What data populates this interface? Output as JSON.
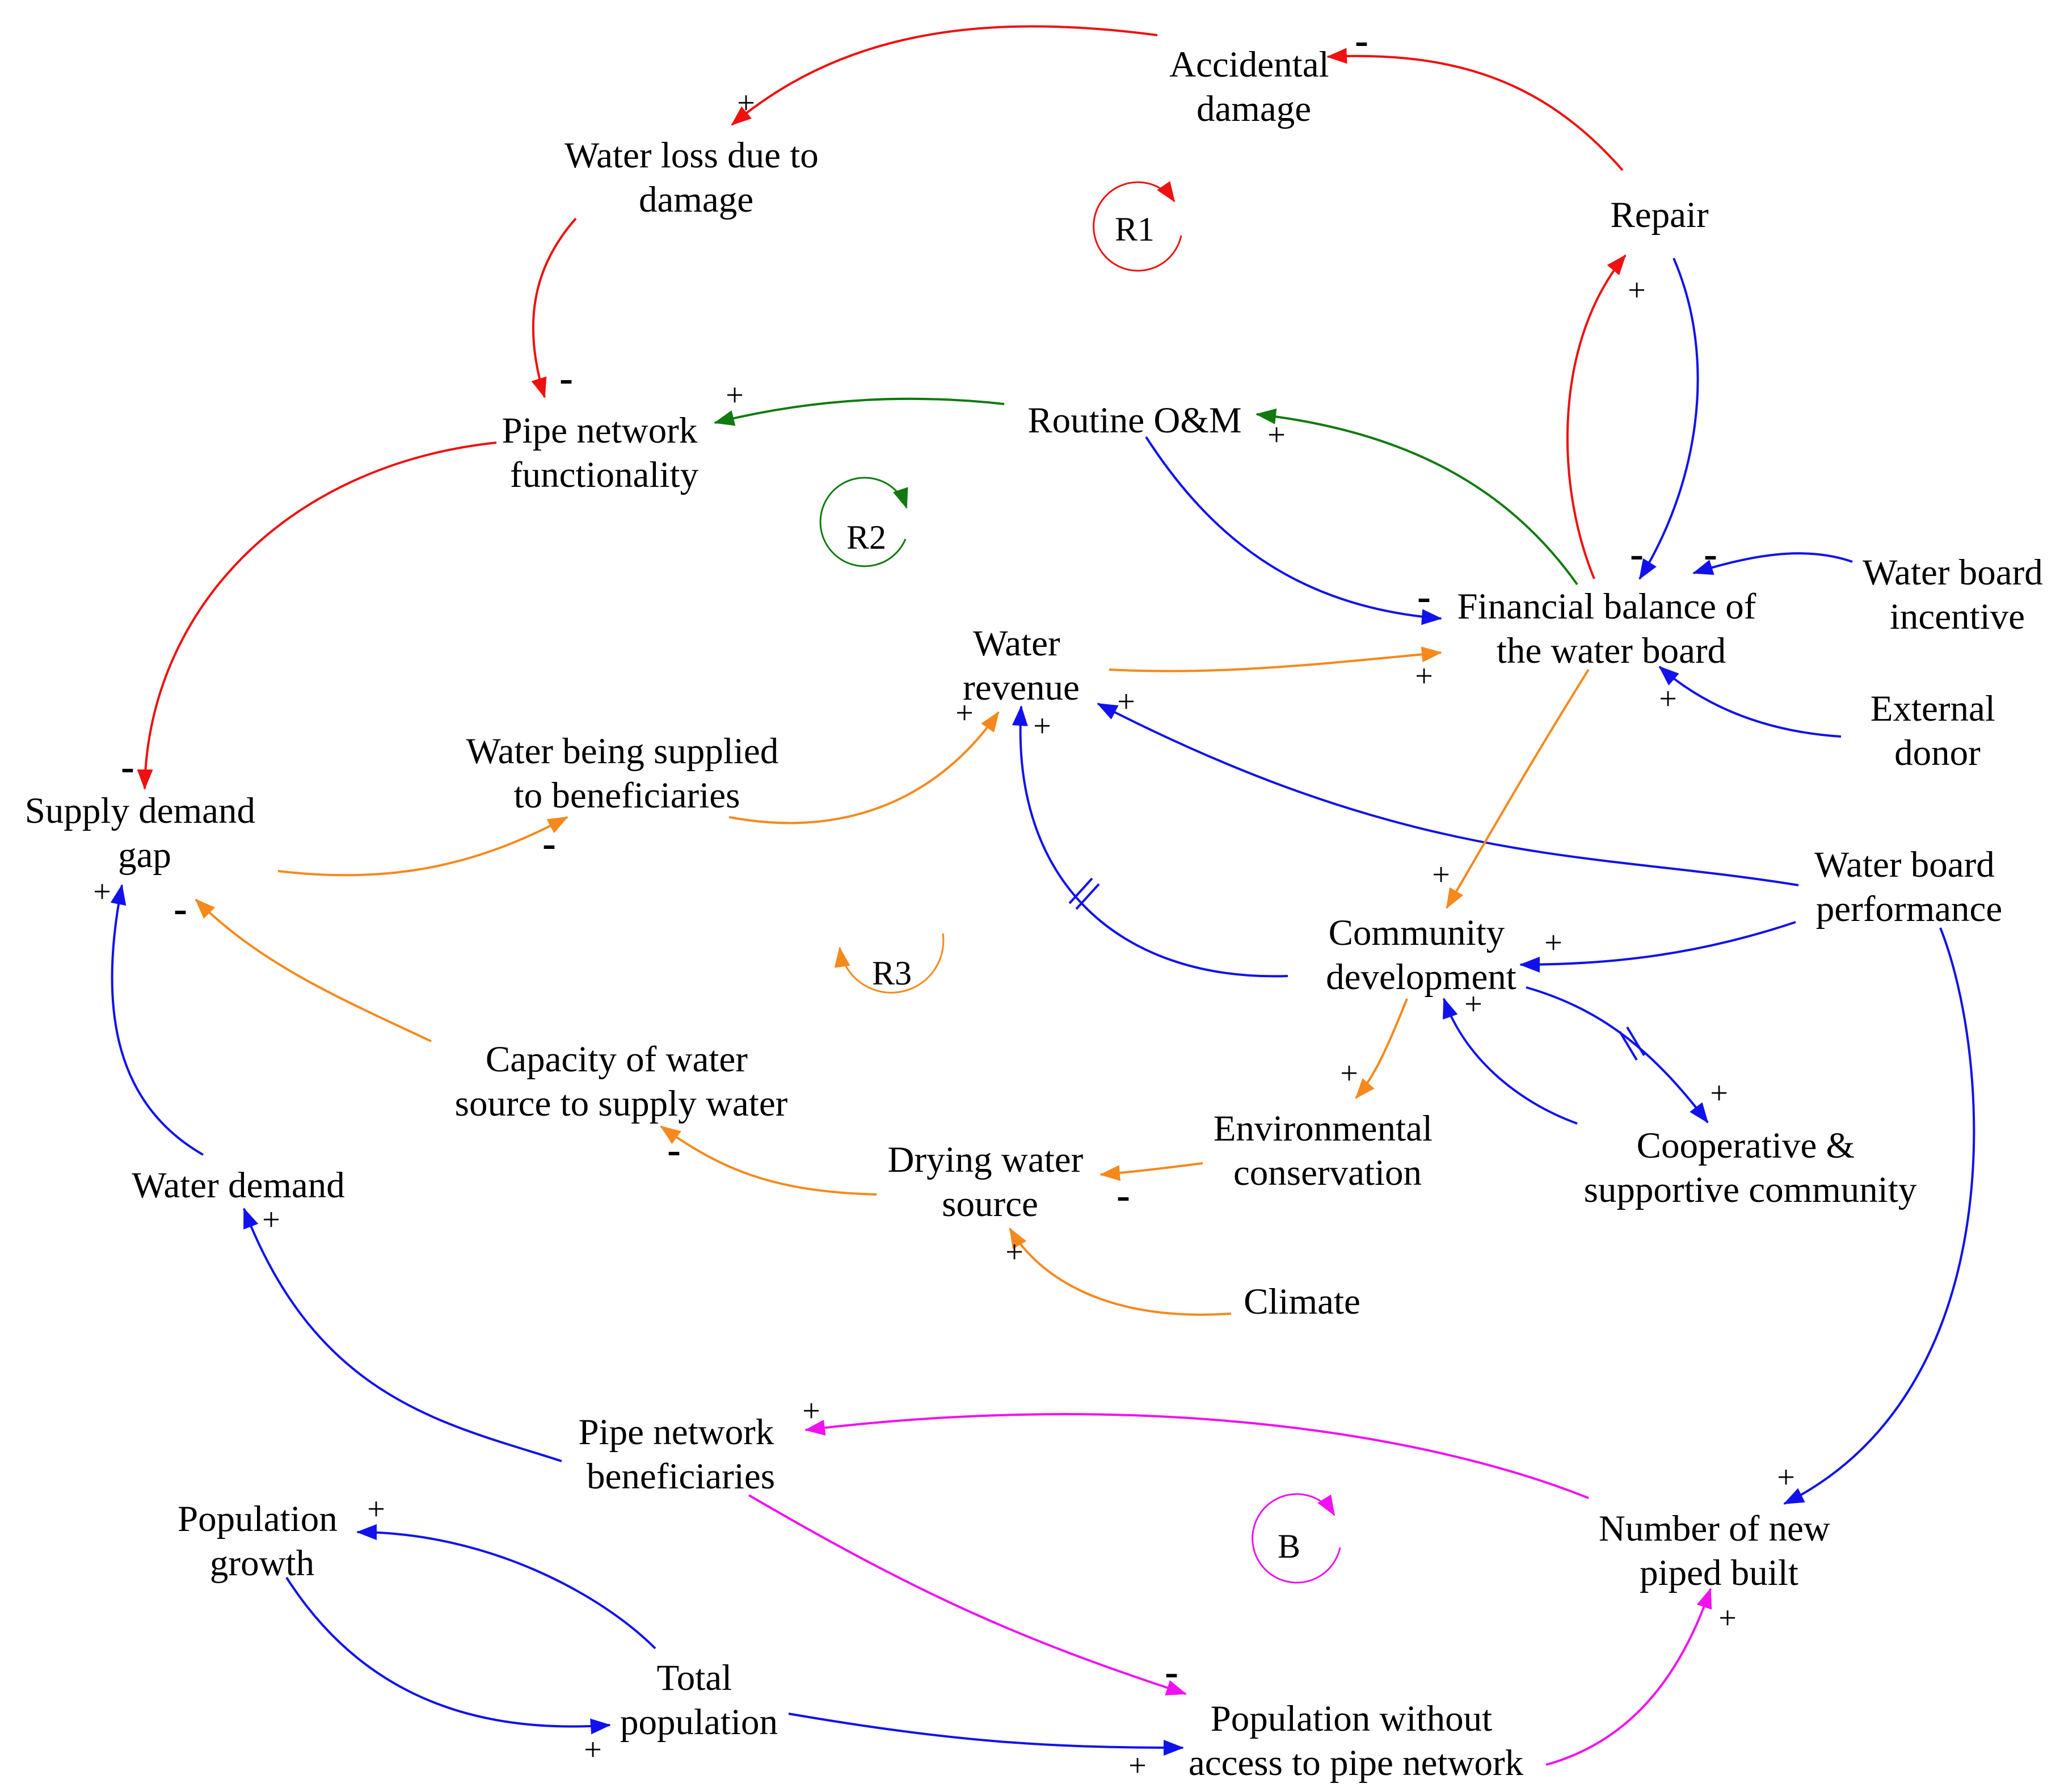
{
  "colors": {
    "red": "#ee1111",
    "green": "#117a11",
    "blue": "#1111ee",
    "orange": "#f5891c",
    "magenta": "#f011f0",
    "text": "#000000"
  },
  "nodes": {
    "accidental_damage": [
      "Accidental",
      "damage"
    ],
    "water_loss": [
      "Water loss due to",
      "damage"
    ],
    "repair": [
      "Repair"
    ],
    "pipe_functionality": [
      "Pipe network",
      "functionality"
    ],
    "routine_om": [
      "Routine O&M"
    ],
    "financial_balance": [
      "Financial balance of",
      "the water board"
    ],
    "water_board_incentive": [
      "Water board",
      "incentive"
    ],
    "external_donor": [
      "External",
      "donor"
    ],
    "water_revenue": [
      "Water",
      "revenue"
    ],
    "water_supplied": [
      "Water being supplied",
      "to beneficiaries"
    ],
    "supply_demand_gap": [
      "Supply demand",
      "gap"
    ],
    "water_board_performance": [
      "Water board",
      "performance"
    ],
    "community_development": [
      "Community",
      "development"
    ],
    "capacity_water_source": [
      "Capacity of water",
      "source to supply water"
    ],
    "environmental_conservation": [
      "Environmental",
      "conservation"
    ],
    "cooperative_community": [
      "Cooperative &",
      "supportive community"
    ],
    "water_demand": [
      "Water demand"
    ],
    "drying_water_source": [
      "Drying water",
      "source"
    ],
    "climate": [
      "Climate"
    ],
    "pipe_beneficiaries": [
      "Pipe network",
      "beneficiaries"
    ],
    "new_piped_built": [
      "Number of new",
      "piped built"
    ],
    "population_growth": [
      "Population",
      "growth"
    ],
    "total_population": [
      "Total",
      "population"
    ],
    "population_without_access": [
      "Population without",
      "access to pipe network"
    ]
  },
  "loops": {
    "r1": "R1",
    "r2": "R2",
    "r3": "R3",
    "b": "B"
  },
  "links": [
    {
      "from": "repair",
      "to": "accidental_damage",
      "color": "red",
      "polarity": "-"
    },
    {
      "from": "accidental_damage",
      "to": "water_loss",
      "color": "red",
      "polarity": "+"
    },
    {
      "from": "water_loss",
      "to": "pipe_functionality",
      "color": "red",
      "polarity": "-"
    },
    {
      "from": "pipe_functionality",
      "to": "supply_demand_gap",
      "color": "red",
      "polarity": "-"
    },
    {
      "from": "financial_balance",
      "to": "repair",
      "color": "red",
      "polarity": "+"
    },
    {
      "from": "repair",
      "to": "financial_balance",
      "color": "blue",
      "polarity": "-"
    },
    {
      "from": "financial_balance",
      "to": "routine_om",
      "color": "green",
      "polarity": "+"
    },
    {
      "from": "routine_om",
      "to": "pipe_functionality",
      "color": "green",
      "polarity": "+"
    },
    {
      "from": "routine_om",
      "to": "financial_balance",
      "color": "blue",
      "polarity": "-"
    },
    {
      "from": "water_board_incentive",
      "to": "financial_balance",
      "color": "blue",
      "polarity": "-"
    },
    {
      "from": "external_donor",
      "to": "financial_balance",
      "color": "blue",
      "polarity": "+"
    },
    {
      "from": "water_revenue",
      "to": "financial_balance",
      "color": "orange",
      "polarity": "+"
    },
    {
      "from": "supply_demand_gap",
      "to": "water_supplied",
      "color": "orange",
      "polarity": "-"
    },
    {
      "from": "water_supplied",
      "to": "water_revenue",
      "color": "orange",
      "polarity": "+"
    },
    {
      "from": "water_board_performance",
      "to": "water_revenue",
      "color": "blue",
      "polarity": "+"
    },
    {
      "from": "community_development",
      "to": "water_revenue",
      "color": "blue",
      "polarity": "+",
      "delay": true
    },
    {
      "from": "financial_balance",
      "to": "community_development",
      "color": "orange",
      "polarity": "+"
    },
    {
      "from": "water_board_performance",
      "to": "community_development",
      "color": "blue",
      "polarity": "+"
    },
    {
      "from": "community_development",
      "to": "cooperative_community",
      "color": "blue",
      "polarity": "+",
      "delay": true
    },
    {
      "from": "cooperative_community",
      "to": "community_development",
      "color": "blue",
      "polarity": "+"
    },
    {
      "from": "community_development",
      "to": "environmental_conservation",
      "color": "orange",
      "polarity": "+"
    },
    {
      "from": "environmental_conservation",
      "to": "drying_water_source",
      "color": "orange",
      "polarity": "-"
    },
    {
      "from": "climate",
      "to": "drying_water_source",
      "color": "orange",
      "polarity": "+"
    },
    {
      "from": "drying_water_source",
      "to": "capacity_water_source",
      "color": "orange",
      "polarity": "-"
    },
    {
      "from": "capacity_water_source",
      "to": "supply_demand_gap",
      "color": "orange",
      "polarity": "-"
    },
    {
      "from": "water_demand",
      "to": "supply_demand_gap",
      "color": "blue",
      "polarity": "+"
    },
    {
      "from": "pipe_beneficiaries",
      "to": "water_demand",
      "color": "blue",
      "polarity": "+"
    },
    {
      "from": "water_board_performance",
      "to": "new_piped_built",
      "color": "blue",
      "polarity": "+"
    },
    {
      "from": "new_piped_built",
      "to": "pipe_beneficiaries",
      "color": "magenta",
      "polarity": "+"
    },
    {
      "from": "pipe_beneficiaries",
      "to": "population_without_access",
      "color": "magenta",
      "polarity": "-"
    },
    {
      "from": "population_without_access",
      "to": "new_piped_built",
      "color": "magenta",
      "polarity": "+"
    },
    {
      "from": "total_population",
      "to": "population_growth",
      "color": "blue",
      "polarity": "+"
    },
    {
      "from": "population_growth",
      "to": "total_population",
      "color": "blue",
      "polarity": "+"
    },
    {
      "from": "total_population",
      "to": "population_without_access",
      "color": "blue",
      "polarity": "+"
    }
  ]
}
